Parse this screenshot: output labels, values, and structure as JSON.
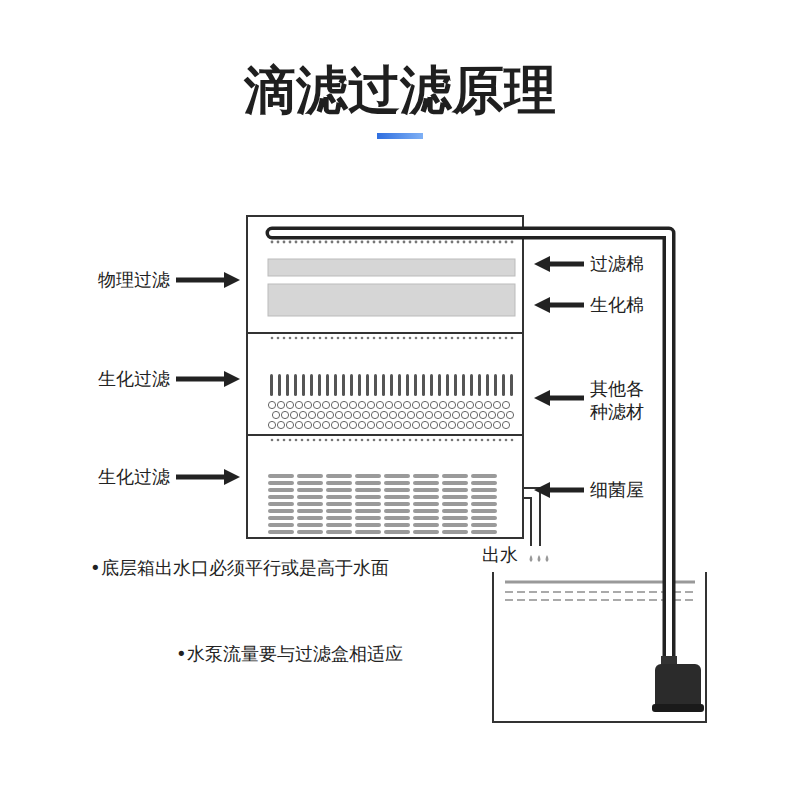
{
  "diagram": {
    "title": "滴滤过滤原理",
    "labels": [
      "物理过滤",
      "生化过滤",
      "生化过滤",
      "过滤棉",
      "生化棉",
      "其他各 种滤材",
      "细菌屋",
      "出水",
      "•底层箱出水口必须平行或是高于水面",
      "•水泵流量要与过滤盒相适应"
    ]
  }
}
